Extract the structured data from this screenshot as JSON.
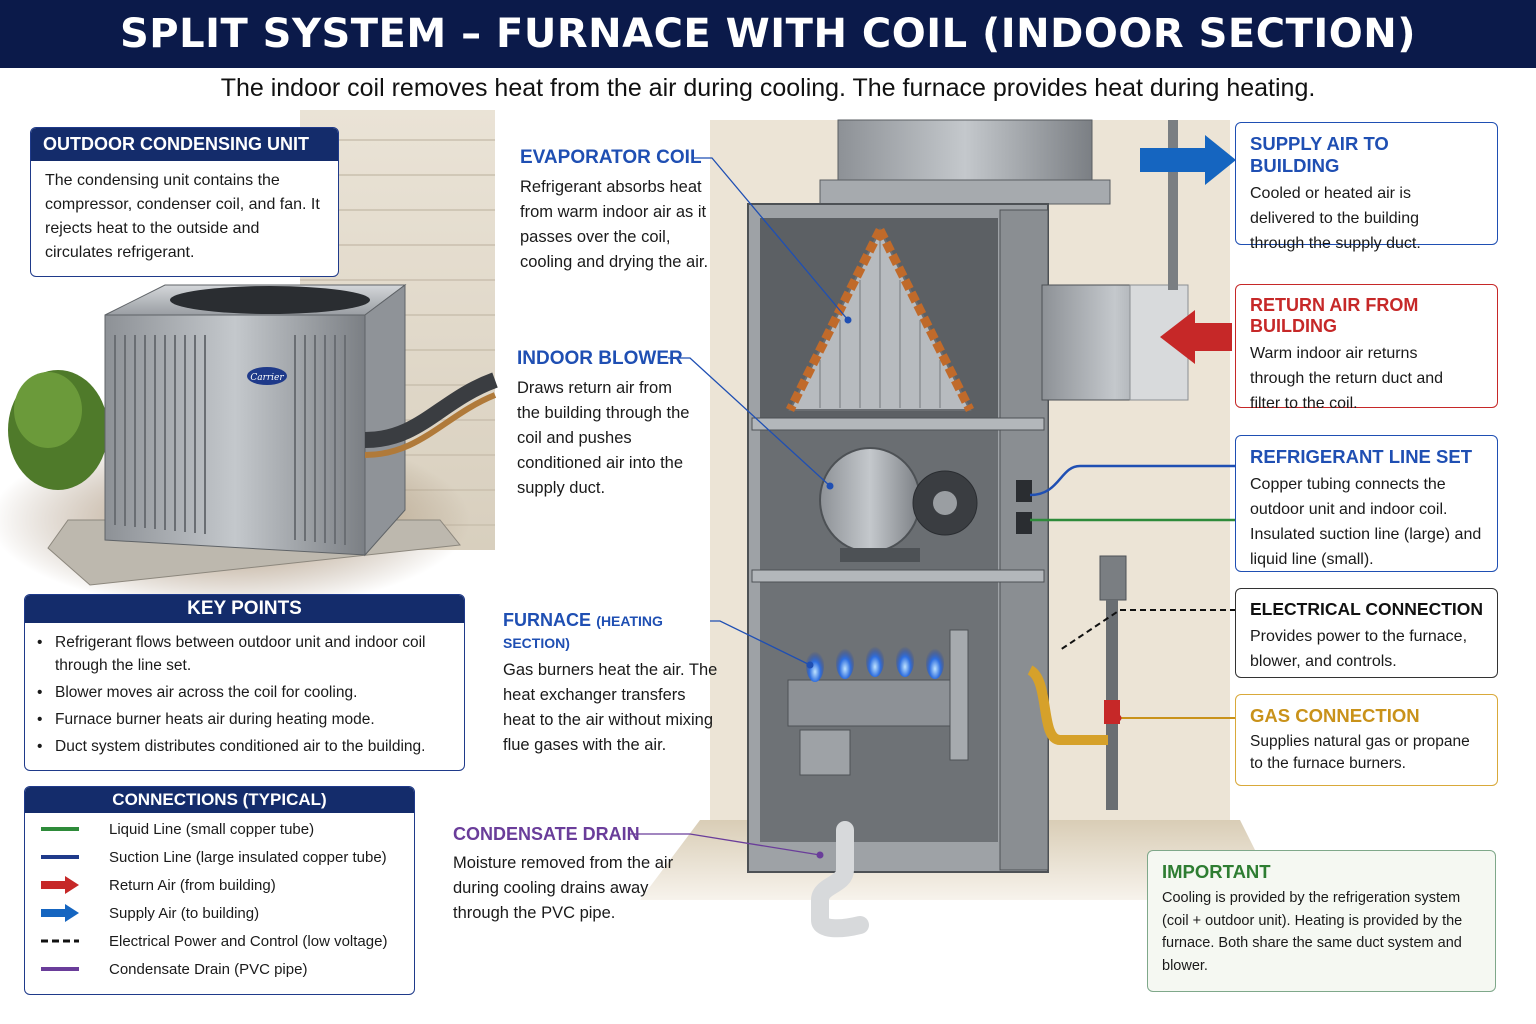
{
  "title": "SPLIT SYSTEM – FURNACE WITH COIL (INDOOR SECTION)",
  "subtitle": "The indoor coil removes heat from the air during cooling.  The furnace provides heat during heating.",
  "outdoor_unit": {
    "title": "OUTDOOR CONDENSING UNIT",
    "text": "The condensing unit contains the compressor, condenser coil, and fan. It rejects heat to the outside and circulates refrigerant.",
    "brand": "Carrier"
  },
  "key_points": {
    "title": "KEY POINTS",
    "items": [
      "Refrigerant flows between outdoor unit and indoor coil through the line set.",
      "Blower moves air across the coil for cooling.",
      "Furnace burner heats air during heating mode.",
      "Duct system distributes conditioned air to the building."
    ]
  },
  "connections": {
    "title": "CONNECTIONS (TYPICAL)",
    "items": [
      {
        "label": "Liquid Line (small copper tube)",
        "symbol": "line",
        "color": "#2e8b3a"
      },
      {
        "label": "Suction Line (large insulated copper tube)",
        "symbol": "line",
        "color": "#1f3a8a"
      },
      {
        "label": "Return Air (from building)",
        "symbol": "arrow",
        "color": "#c62828"
      },
      {
        "label": "Supply Air (to building)",
        "symbol": "arrow",
        "color": "#1565c0"
      },
      {
        "label": "Electrical Power and Control (low voltage)",
        "symbol": "dashed",
        "color": "#111111"
      },
      {
        "label": "Condensate Drain (PVC pipe)",
        "symbol": "line",
        "color": "#6a3d9a"
      }
    ]
  },
  "annotations": {
    "evaporator": {
      "title": "EVAPORATOR COIL",
      "text": "Refrigerant absorbs heat from warm indoor air as it passes over the coil, cooling and drying the air."
    },
    "blower": {
      "title": "INDOOR BLOWER",
      "text": "Draws return air from the building through the coil and pushes conditioned air into the supply duct."
    },
    "furnace": {
      "title": "FURNACE",
      "title_suffix": "(HEATING SECTION)",
      "text": "Gas burners heat the air. The heat exchanger transfers heat to the air without mixing flue gases with the air."
    },
    "condensate": {
      "title": "CONDENSATE DRAIN",
      "text": "Moisture removed from the air during cooling drains away through the PVC pipe."
    }
  },
  "right_boxes": {
    "supply": {
      "title": "SUPPLY AIR TO BUILDING",
      "text": "Cooled or heated air is delivered to the building through the supply duct.",
      "color": "#1f4fb3"
    },
    "return": {
      "title": "RETURN AIR FROM BUILDING",
      "text": "Warm indoor air returns through the return duct and filter to the coil.",
      "color": "#c62828"
    },
    "refrigerant": {
      "title": "REFRIGERANT LINE SET",
      "text": "Copper tubing connects the outdoor unit and indoor coil. Insulated suction line (large) and liquid line (small).",
      "color": "#1f4fb3"
    },
    "electrical": {
      "title": "ELECTRICAL CONNECTION",
      "text": "Provides power to the furnace, blower, and controls.",
      "color": "#111111"
    },
    "gas": {
      "title": "GAS CONNECTION",
      "text": "Supplies natural gas or propane to the furnace burners.",
      "color": "#c9921a"
    },
    "important": {
      "title": "IMPORTANT",
      "text": "Cooling is provided by the refrigeration system (coil + outdoor unit). Heating is provided by the furnace. Both share the same duct system and blower.",
      "color": "#2e7d32"
    }
  }
}
